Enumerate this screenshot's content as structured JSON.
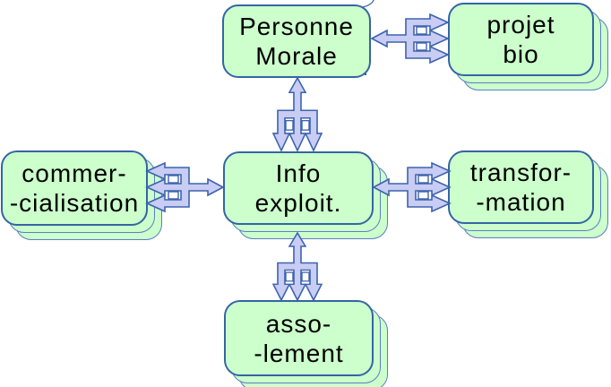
{
  "diagram": {
    "colors": {
      "background": "#ffffff",
      "node_fill": "#ccffcc",
      "node_border": "#3465a4",
      "node_stack_border": "#5b7fc4",
      "arrow_fill": "#c9ccf3",
      "arrow_border": "#3d63ad",
      "text": "#000000"
    },
    "nodes": [
      {
        "id": "personne-morale",
        "lines": [
          "Personne",
          "Morale"
        ],
        "stacked": false
      },
      {
        "id": "projet-bio",
        "lines": [
          "projet",
          "bio"
        ],
        "stacked": true
      },
      {
        "id": "commercialisation",
        "lines": [
          "commer-",
          "-cialisation"
        ],
        "stacked": true
      },
      {
        "id": "info-exploit",
        "lines": [
          "Info",
          "exploit."
        ],
        "stacked": true
      },
      {
        "id": "transformation",
        "lines": [
          "transfor-",
          "-mation"
        ],
        "stacked": true
      },
      {
        "id": "assolement",
        "lines": [
          "asso-",
          "-lement"
        ],
        "stacked": true
      }
    ],
    "links": [
      {
        "one": "personne-morale",
        "many": "projet-bio"
      },
      {
        "one": "personne-morale",
        "many": "info-exploit"
      },
      {
        "one": "info-exploit",
        "many": "commercialisation"
      },
      {
        "one": "info-exploit",
        "many": "transformation"
      },
      {
        "one": "info-exploit",
        "many": "assolement"
      }
    ]
  }
}
